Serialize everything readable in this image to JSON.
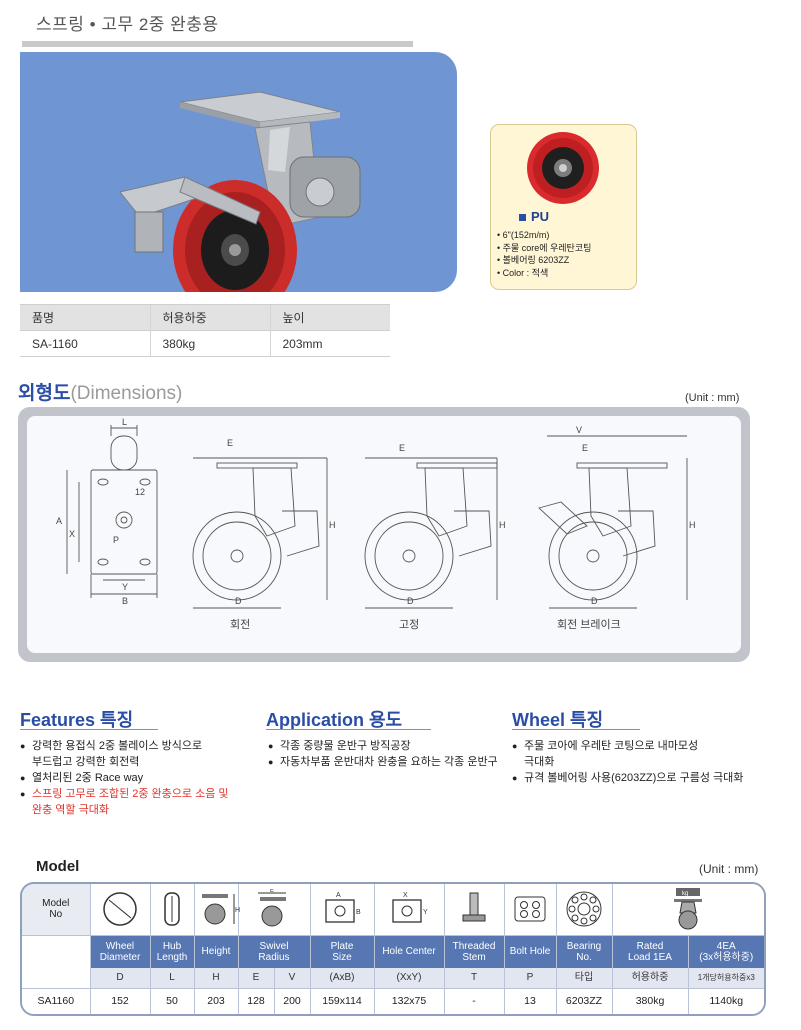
{
  "header": {
    "title": "스프링 • 고무 2중 완충용"
  },
  "wheel_card": {
    "label": "PU",
    "lines": [
      "• 6\"(152m/m)",
      "• 주물 core에 우레탄코팅",
      "• 볼베어링 6203ZZ",
      "• Color : 적색"
    ]
  },
  "spec_table": {
    "headers": [
      "품명",
      "허용하중",
      "높이"
    ],
    "row": [
      "SA-1160",
      "380kg",
      "203mm"
    ]
  },
  "dimensions": {
    "title_ko": "외형도",
    "title_en": "(Dimensions)",
    "unit": "(Unit : mm)",
    "captions": [
      "회전",
      "고정",
      "회전 브레이크"
    ],
    "labels": {
      "L": "L",
      "A": "A",
      "X": "X",
      "Y": "Y",
      "B": "B",
      "P": "P",
      "twelve": "12",
      "E": "E",
      "H": "H",
      "D": "D",
      "V": "V"
    }
  },
  "features": {
    "title": "Features 특징",
    "items": [
      "강력한 용접식 2중 볼레이스 방식으로",
      "부드럽고 강력한  회전력",
      "열처리된 2중 Race way",
      "스프링 고무로 조합된 2중 완충으로 소음 및",
      "완충 역할 극대화"
    ]
  },
  "application": {
    "title": "Application 용도",
    "items": [
      "각종 중량물 운반구 방직공장",
      "자동차부품 운반대차 완충을 요하는 각종 운반구"
    ]
  },
  "wheel": {
    "title": "Wheel 특징",
    "items": [
      "주물 코아에 우레탄 코팅으로 내마모성",
      "극대화",
      "규격 볼베어링 사용(6203ZZ)으로 구름성 극대화"
    ]
  },
  "model": {
    "title": "Model",
    "unit": "(Unit : mm)",
    "first_col": "Model\nNo",
    "columns": [
      {
        "name": "Wheel\nDiameter",
        "code": "D",
        "value": "152"
      },
      {
        "name": "Hub\nLength",
        "code": "L",
        "value": "50"
      },
      {
        "name": "Height",
        "code": "H",
        "value": "203"
      },
      {
        "name": "Swivel\nRadius",
        "code": "E",
        "value": "128"
      },
      {
        "name": "",
        "code": "V",
        "value": "200"
      },
      {
        "name": "Plate\nSize",
        "code": "(AxB)",
        "value": "159x114"
      },
      {
        "name": "Hole Center",
        "code": "(XxY)",
        "value": "132x75"
      },
      {
        "name": "Threaded\nStem",
        "code": "T",
        "value": "-"
      },
      {
        "name": "Bolt Hole",
        "code": "P",
        "value": "13"
      },
      {
        "name": "Bearing\nNo.",
        "code": "타입",
        "value": "6203ZZ"
      },
      {
        "name": "Rated\nLoad 1EA",
        "code": "허용하중",
        "value": "380kg"
      },
      {
        "name": "4EA\n(3x허용하중)",
        "code": "1개당허용하중x3",
        "value": "1140kg"
      }
    ],
    "model_no": "SA1160",
    "icon_labels": {
      "plate_a": "A",
      "plate_b": "B",
      "hole_x": "X",
      "hole_y": "Y",
      "load_kg": "kg",
      "height_h": "H",
      "swivel_e": "E"
    }
  }
}
